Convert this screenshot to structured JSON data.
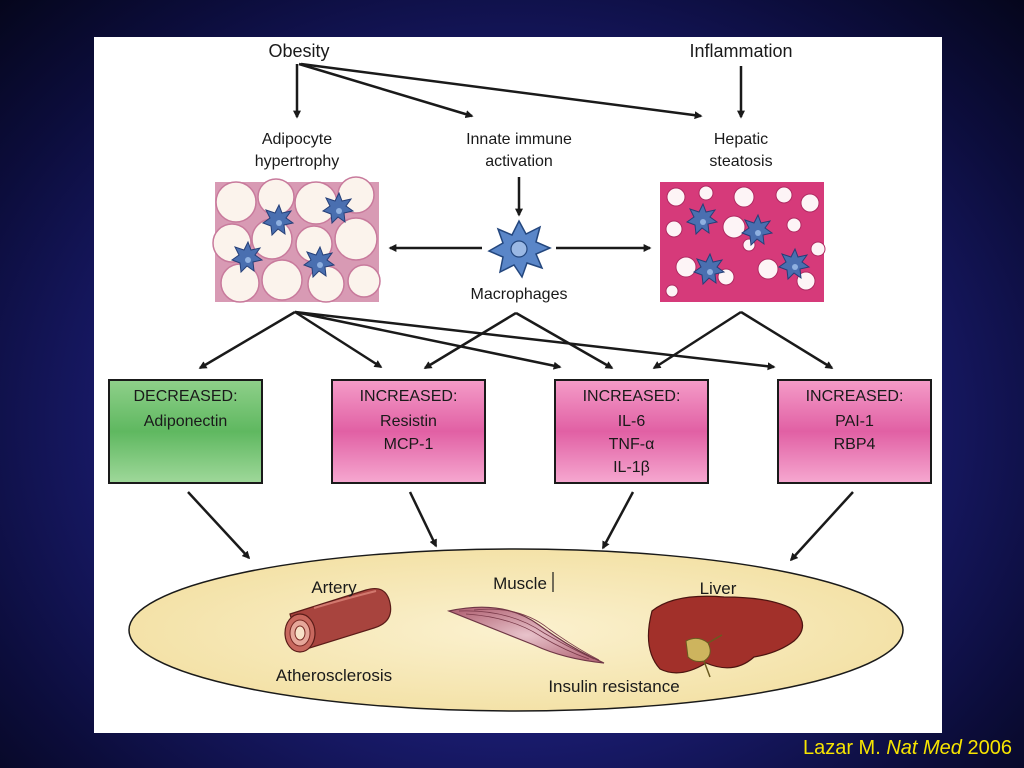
{
  "diagram": {
    "nodes": {
      "obesity": "Obesity",
      "inflammation": "Inflammation",
      "adipocyte_line1": "Adipocyte",
      "adipocyte_line2": "hypertrophy",
      "innate_line1": "Innate immune",
      "innate_line2": "activation",
      "hepatic_line1": "Hepatic",
      "hepatic_line2": "steatosis",
      "macrophages": "Macrophages"
    },
    "boxes": [
      {
        "heading": "DECREASED:",
        "lines": [
          "Adiponectin"
        ],
        "color": "#66bb66"
      },
      {
        "heading": "INCREASED:",
        "lines": [
          "Resistin",
          "MCP-1"
        ],
        "color": "#e36aa8"
      },
      {
        "heading": "INCREASED:",
        "lines": [
          "IL-6",
          "TNF-α",
          "IL-1β"
        ],
        "color": "#e36aa8"
      },
      {
        "heading": "INCREASED:",
        "lines": [
          "PAI-1",
          "RBP4"
        ],
        "color": "#e36aa8"
      }
    ],
    "outcomes": {
      "artery": "Artery",
      "muscle": "Muscle",
      "liver": "Liver",
      "atherosclerosis": "Atherosclerosis",
      "insulin_resistance": "Insulin resistance"
    }
  },
  "citation": {
    "author": "Lazar M.",
    "journal": "Nat Med",
    "year": "2006"
  },
  "colors": {
    "decreased_box": "#66bb66",
    "increased_box": "#e36aa8",
    "outcome_ellipse": "#f7e8b8",
    "citation_text": "#f7e400"
  }
}
